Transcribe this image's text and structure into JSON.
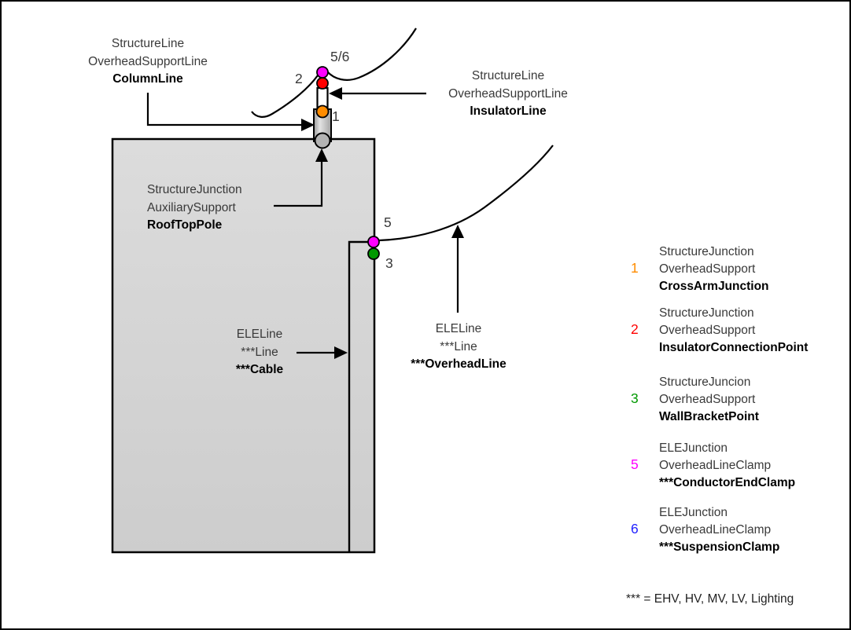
{
  "colors": {
    "cross_arm_orange": "#FF8C00",
    "insulator_red": "#FF0000",
    "wall_bracket_green": "#009900",
    "conductor_clamp_magenta": "#FF00FF",
    "suspension_clamp_blue": "#2222FF",
    "building_fill": "#D6D6D6",
    "pole_gray": "#B3B3B3",
    "line_black": "#000000"
  },
  "annotations": {
    "column_line": {
      "line1": "StructureLine",
      "line2": "OverheadSupportLine",
      "line3": "ColumnLine"
    },
    "insulator_line": {
      "line1": "StructureLine",
      "line2": "OverheadSupportLine",
      "line3": "InsulatorLine"
    },
    "rooftop_pole": {
      "line1": "StructureJunction",
      "line2": "AuxiliarySupport",
      "line3": "RoofTopPole"
    },
    "cable": {
      "line1": "ELELine",
      "line2": "***Line",
      "line3": "***Cable"
    },
    "overhead_line": {
      "line1": "ELELine",
      "line2": "***Line",
      "line3": "***OverheadLine"
    }
  },
  "markers": {
    "pole_top": "5/6",
    "insulator_connection": "2",
    "cross_arm": "1",
    "conductor_end_clamp": "5",
    "wall_bracket": "3"
  },
  "legend": {
    "items": [
      {
        "num": "1",
        "color": "#FF8C00",
        "line1": "StructureJunction",
        "line2": "OverheadSupport",
        "line3": "CrossArmJunction"
      },
      {
        "num": "2",
        "color": "#FF0000",
        "line1": "StructureJunction",
        "line2": "OverheadSupport",
        "line3": "InsulatorConnectionPoint"
      },
      {
        "num": "3",
        "color": "#009900",
        "line1": "StructureJuncion",
        "line2": "OverheadSupport",
        "line3": "WallBracketPoint"
      },
      {
        "num": "5",
        "color": "#FF00FF",
        "line1": "ELEJunction",
        "line2": "OverheadLineClamp",
        "line3": "***ConductorEndClamp"
      },
      {
        "num": "6",
        "color": "#2222FF",
        "line1": "ELEJunction",
        "line2": "OverheadLineClamp",
        "line3": "***SuspensionClamp"
      }
    ],
    "footnote": "*** = EHV, HV, MV, LV, Lighting"
  }
}
